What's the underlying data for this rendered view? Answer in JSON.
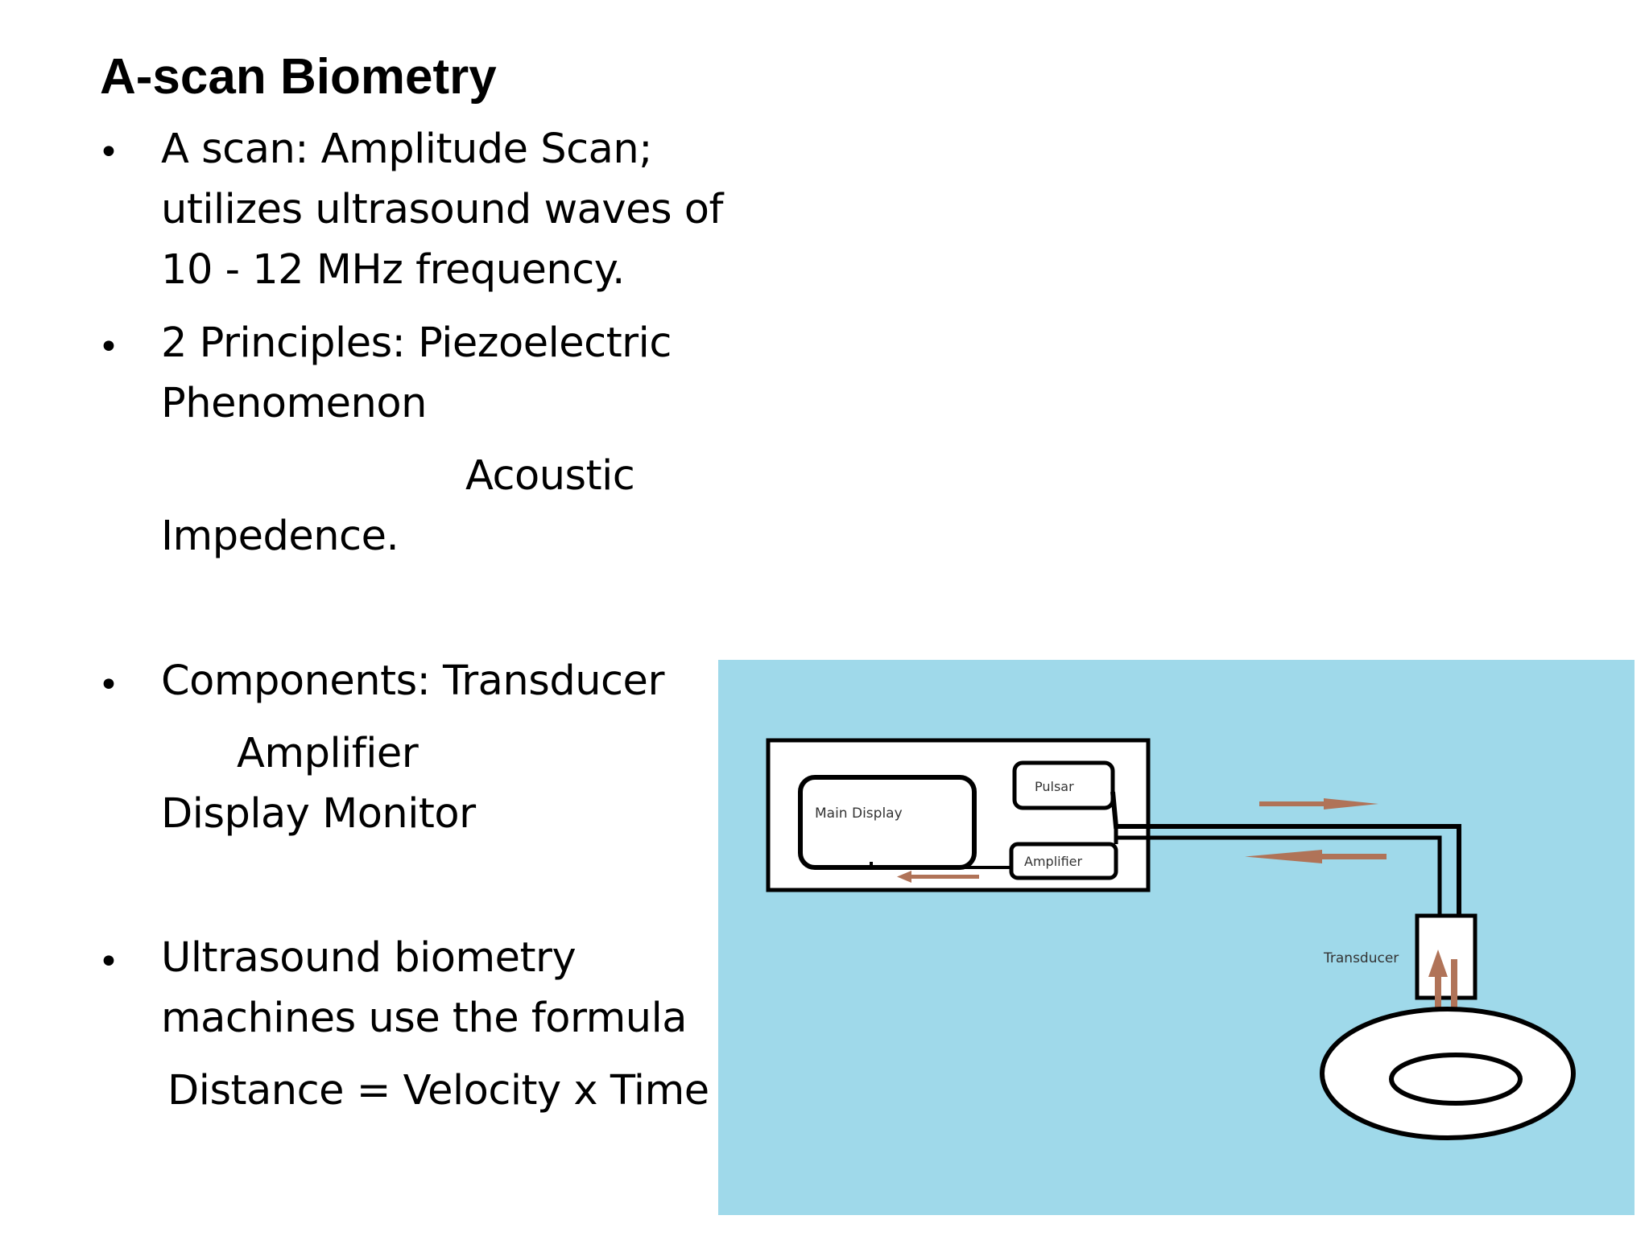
{
  "slide": {
    "title": "A-scan Biometry",
    "bullet_symbol": "•",
    "bullets": [
      {
        "lines": [
          "A scan: Amplitude Scan;",
          "utilizes ultrasound waves of",
          "10 - 12 MHz frequency."
        ]
      },
      {
        "lines": [
          "2 Principles:  Piezoelectric",
          "Phenomenon",
          "Acoustic",
          "Impedence."
        ]
      },
      {
        "lines": [
          "Components: Transducer",
          "Amplifier",
          "Display Monitor"
        ]
      },
      {
        "lines": [
          "Ultrasound biometry",
          "machines use the formula",
          "Distance = Velocity x Time"
        ]
      }
    ]
  },
  "diagram": {
    "labels": {
      "main_display": "Main Display",
      "pulsar": "Pulsar",
      "amplifier": "Amplifier",
      "transducer": "Transducer"
    },
    "colors": {
      "background": "#9fd9ea",
      "arrow": "#b07358",
      "box_fill": "#ffffff",
      "outline": "#000000"
    }
  }
}
